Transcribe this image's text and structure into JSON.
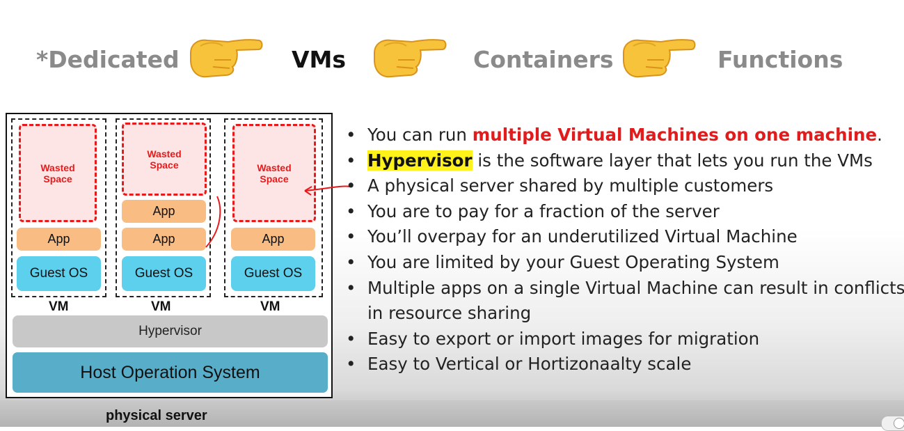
{
  "nav": {
    "items": [
      "*Dedicated",
      "VMs",
      "Containers",
      "Functions"
    ],
    "active_index": 1,
    "pointer_icon": "backhand-index-pointing-right-emoji"
  },
  "diagram": {
    "vms": [
      {
        "wasted": "Wasted\nSpace",
        "apps": [
          "App"
        ],
        "guest_os": "Guest OS",
        "label": "VM"
      },
      {
        "wasted": "Wasted\nSpace",
        "apps": [
          "App",
          "App"
        ],
        "guest_os": "Guest OS",
        "label": "VM"
      },
      {
        "wasted": "Wasted\nSpace",
        "apps": [
          "App"
        ],
        "guest_os": "Guest OS",
        "label": "VM"
      }
    ],
    "hypervisor": "Hypervisor",
    "host_os": "Host Operation System",
    "caption": "physical server"
  },
  "bullets": [
    {
      "pre": "You can run ",
      "emph": "multiple Virtual Machines on one machine",
      "post": "."
    },
    {
      "hl": "Hypervisor",
      "post": " is the software layer that lets you run the VMs"
    },
    {
      "text": "A physical server shared by multiple customers"
    },
    {
      "text": "You are to pay for a fraction of the server"
    },
    {
      "text": "You’ll overpay for an underutilized Virtual Machine"
    },
    {
      "text": "You are limited by your Guest Operating System"
    },
    {
      "text": "Multiple apps on a single Virtual Machine can result in conflicts",
      "cont": "in resource sharing"
    },
    {
      "text": "Easy to export or import images for migration"
    },
    {
      "text": "Easy to Vertical or Hortizonaalty scale"
    }
  ],
  "colors": {
    "emphasis_red": "#e21c1c",
    "highlight_yellow": "#fff21a",
    "wasted_red": "#e8191a",
    "app_orange": "#f9bd84",
    "guest_blue": "#5dd0ee",
    "host_blue": "#58adc9",
    "hypervisor_gray": "#c8c8c8"
  }
}
